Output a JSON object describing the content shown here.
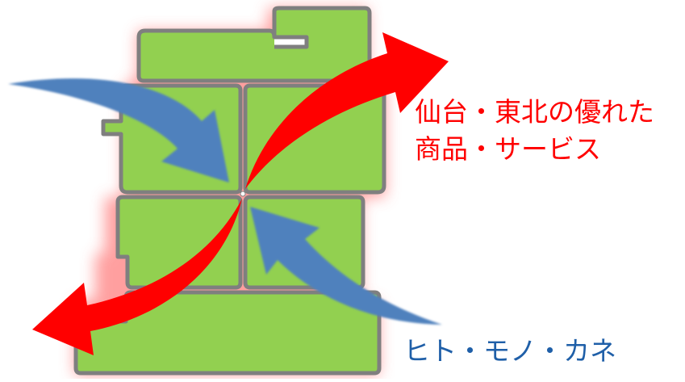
{
  "labels": {
    "outgoing_line1": "仙台・東北の優れた",
    "outgoing_line2": "商品・サービス",
    "incoming": "ヒト・モノ・カネ"
  },
  "colors": {
    "block_fill": "#92d050",
    "block_stroke": "#7f7f7f",
    "glow": "#ff8f8f",
    "outgoing_arrow": "#ff0000",
    "incoming_arrow": "#4f81bd",
    "outgoing_text": "#ff0000",
    "incoming_text": "#1f5fa8"
  }
}
